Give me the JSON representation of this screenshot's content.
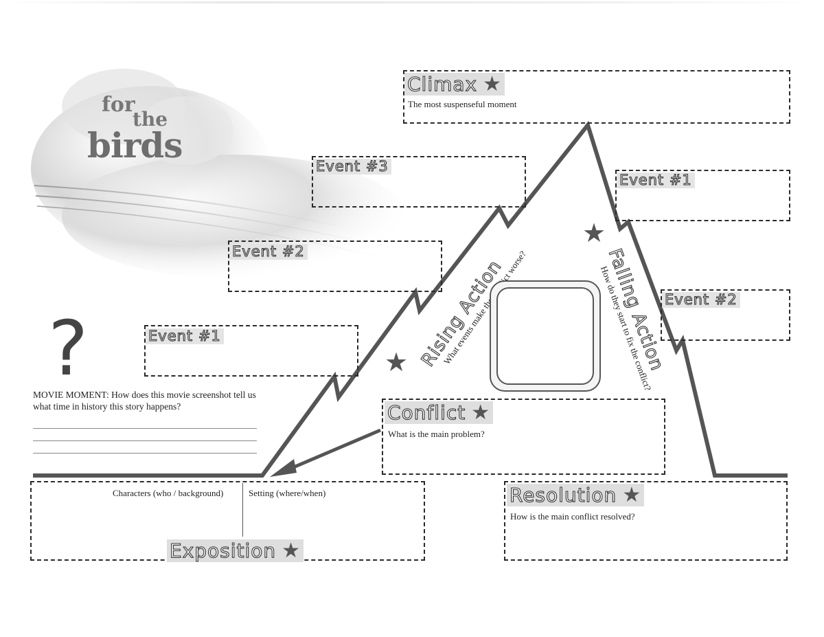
{
  "logo": {
    "line1": "for",
    "line2": "the",
    "line3": "birds"
  },
  "climax": {
    "title": "Climax",
    "prompt": "The most suspenseful moment"
  },
  "rising_events": [
    {
      "title": "Event #3"
    },
    {
      "title": "Event #2"
    },
    {
      "title": "Event #1"
    }
  ],
  "falling_events": [
    {
      "title": "Event #1"
    },
    {
      "title": "Event #2"
    }
  ],
  "rising_action": {
    "title": "Rising Action",
    "prompt": "What events make the conflict worse?"
  },
  "falling_action": {
    "title": "Falling Action",
    "prompt": "How do they start to fix the conflict?"
  },
  "conflict": {
    "title": "Conflict",
    "prompt": "What is the main problem?"
  },
  "exposition": {
    "title": "Exposition",
    "characters_label": "Characters (who / background)",
    "setting_label": "Setting (where/when)"
  },
  "resolution": {
    "title": "Resolution",
    "prompt": "How is the main conflict resolved?"
  },
  "movie_moment": {
    "question_mark": "?",
    "text": "MOVIE MOMENT: How does this movie screenshot tell us what time in history this story happens?"
  },
  "star_glyph": "★"
}
